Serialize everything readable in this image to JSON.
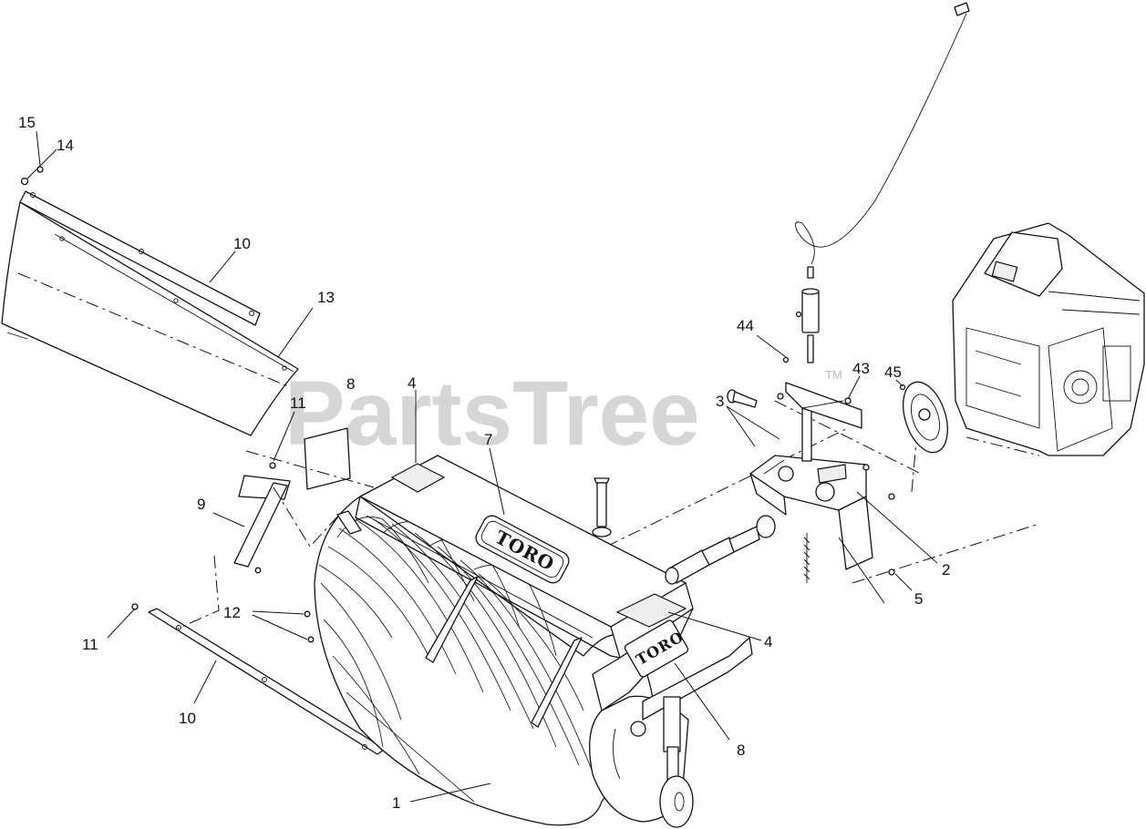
{
  "watermark": {
    "text": "PartsTree",
    "trademark": "TM"
  },
  "brand_logo": "TORO",
  "callouts": {
    "c1": "1",
    "c2": "2",
    "c3": "3",
    "c4a": "4",
    "c4b": "4",
    "c5": "5",
    "c7": "7",
    "c8a": "8",
    "c8b": "8",
    "c9": "9",
    "c10a": "10",
    "c10b": "10",
    "c11a": "11",
    "c11b": "11",
    "c12": "12",
    "c13": "13",
    "c14": "14",
    "c15": "15",
    "c43": "43",
    "c44": "44",
    "c45": "45"
  }
}
